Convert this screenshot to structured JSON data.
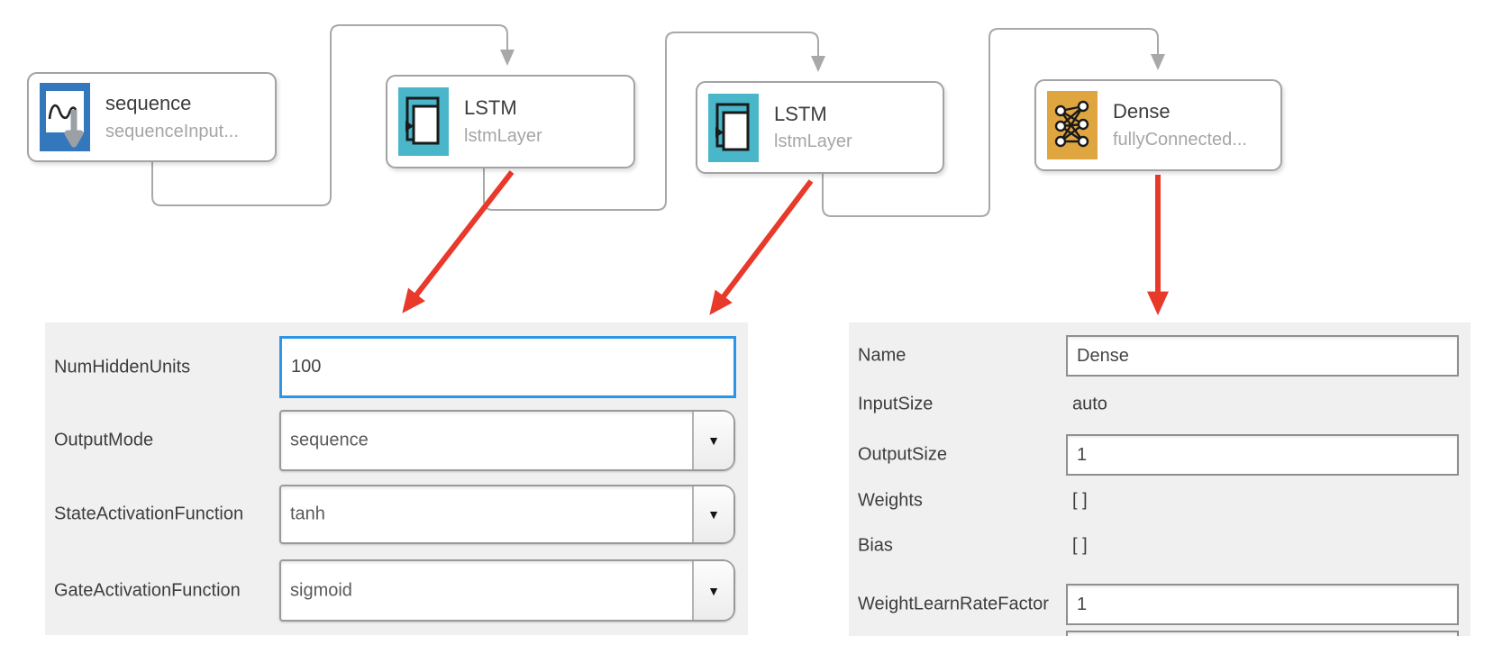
{
  "diagram": {
    "nodes": [
      {
        "title": "sequence",
        "subtitle": "sequenceInput...",
        "type": "sequence-input"
      },
      {
        "title": "LSTM",
        "subtitle": "lstmLayer",
        "type": "lstm"
      },
      {
        "title": "LSTM",
        "subtitle": "lstmLayer",
        "type": "lstm"
      },
      {
        "title": "Dense",
        "subtitle": "fullyConnected...",
        "type": "fully-connected"
      }
    ]
  },
  "panels": {
    "lstm": {
      "rows": [
        {
          "label": "NumHiddenUnits",
          "value": "100",
          "control": "text",
          "focused": true
        },
        {
          "label": "OutputMode",
          "value": "sequence",
          "control": "dropdown"
        },
        {
          "label": "StateActivationFunction",
          "value": "tanh",
          "control": "dropdown"
        },
        {
          "label": "GateActivationFunction",
          "value": "sigmoid",
          "control": "dropdown"
        }
      ]
    },
    "dense": {
      "rows": [
        {
          "label": "Name",
          "value": "Dense",
          "control": "text"
        },
        {
          "label": "InputSize",
          "value": "auto",
          "control": "static"
        },
        {
          "label": "OutputSize",
          "value": "1",
          "control": "text"
        },
        {
          "label": "Weights",
          "value": "[ ]",
          "control": "static"
        },
        {
          "label": "Bias",
          "value": "[ ]",
          "control": "static"
        },
        {
          "label": "WeightLearnRateFactor",
          "value": "1",
          "control": "text"
        }
      ]
    }
  },
  "icons": {
    "dropdown_arrow": "▼"
  },
  "colors": {
    "panel_background": "#f0f0f0",
    "node_border": "#a3a3a3",
    "connector_gray": "#a8a8a8",
    "annotation_red": "#e8392b",
    "focus_blue": "#2d95e5",
    "sequence_icon_blue": "#3377bd",
    "lstm_icon_teal": "#4ab6c9",
    "dense_icon_gold": "#dfa640"
  }
}
